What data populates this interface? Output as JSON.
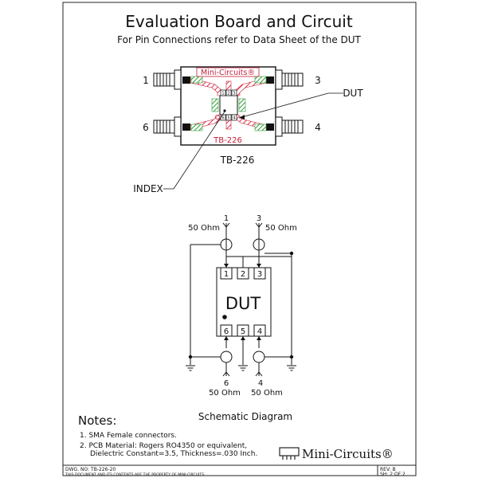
{
  "header": {
    "title": "Evaluation Board and Circuit",
    "subtitle": "For Pin Connections refer to Data Sheet of the DUT"
  },
  "board": {
    "brand": "Mini-Circuits®",
    "board_label": "TB-226",
    "caption": "TB-226",
    "dut_callout": "DUT",
    "index_callout": "INDEX",
    "port_labels": [
      "1",
      "3",
      "6",
      "4"
    ],
    "chip_pins": [
      "6",
      "5",
      "4",
      "1",
      "2",
      "3"
    ]
  },
  "schematic": {
    "port1": "1",
    "port1_imp": "50 Ohm",
    "port3": "3",
    "port3_imp": "50 Ohm",
    "port6": "6",
    "port6_imp": "50 Ohm",
    "port4": "4",
    "port4_imp": "50 Ohm",
    "dut_label": "DUT",
    "pins_top": [
      "1",
      "2",
      "3"
    ],
    "pins_bottom": [
      "6",
      "5",
      "4"
    ],
    "caption": "Schematic Diagram"
  },
  "notes": {
    "heading": "Notes:",
    "items": [
      "1. SMA Female connectors.",
      "2. PCB Material: Rogers RO4350 or equivalent,",
      "Dielectric Constant=3.5, Thickness=.030 Inch."
    ]
  },
  "footer": {
    "brand": "Mini-Circuits®",
    "dwg_no": "DWG. NO: TB-226-20",
    "property": "THIS DOCUMENT AND ITS CONTENTS ARE THE PROPERTY OF MINI-CIRCUITS.",
    "rev": "REV: B",
    "sheet": "SH: 2 OF 2"
  }
}
